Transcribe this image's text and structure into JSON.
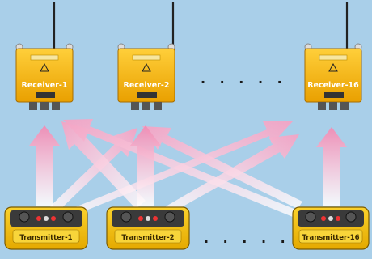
{
  "receivers": [
    {
      "label": "Receiver-1"
    },
    {
      "label": "Receiver-2"
    },
    {
      "label": "Receiver-16"
    }
  ],
  "transmitters": [
    {
      "label": "Transmitter-1"
    },
    {
      "label": "Transmitter-2"
    },
    {
      "label": "Transmitter-16"
    }
  ],
  "ellipsis": ". . . . .",
  "colors": {
    "background": "#a9cfe9",
    "receiver_body": "#f2b21d",
    "transmitter_body": "#f5c400",
    "arrow": "#f0a0c0"
  }
}
